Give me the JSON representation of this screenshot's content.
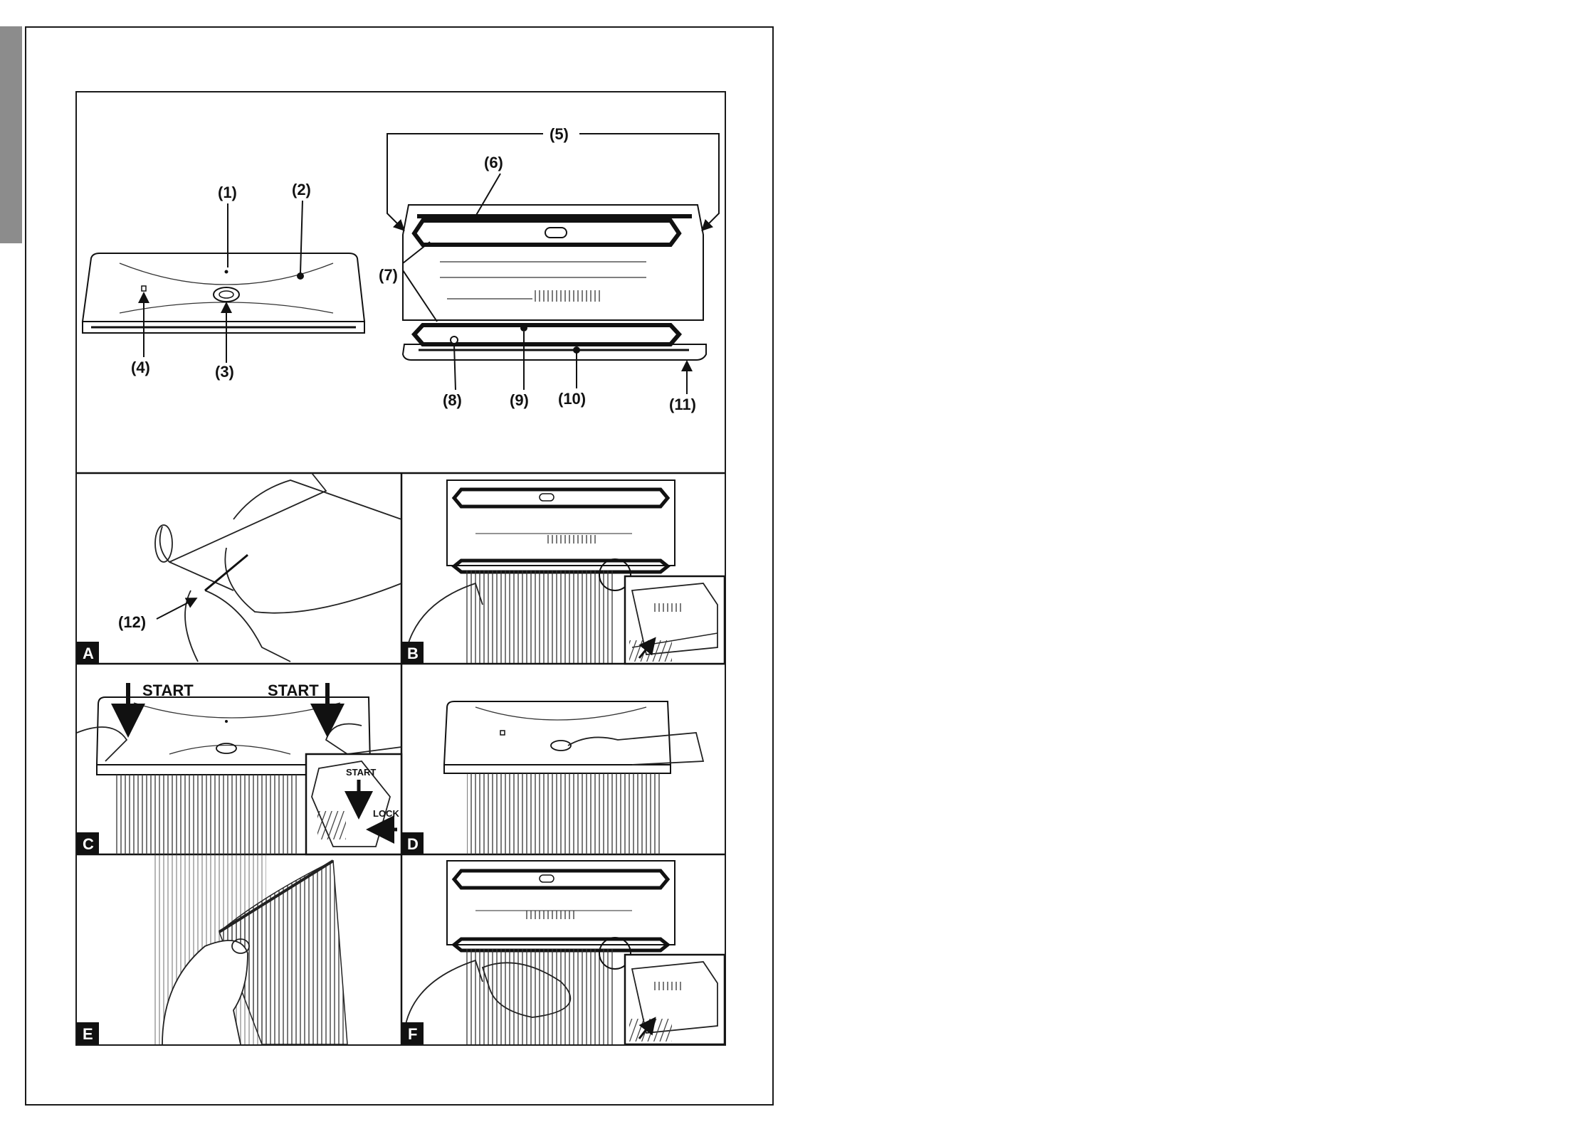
{
  "callouts": [
    "(1)",
    "(2)",
    "(3)",
    "(4)",
    "(5)",
    "(6)",
    "(7)",
    "(8)",
    "(9)",
    "(10)",
    "(11)",
    "(12)"
  ],
  "panels": [
    "A",
    "B",
    "C",
    "D",
    "E",
    "F"
  ],
  "panel_c": {
    "start_left": "START",
    "start_right": "START",
    "inset_start": "START",
    "inset_lock": "LOCK"
  },
  "colors": {
    "ink": "#111111",
    "tab": "#8c8c8c",
    "paper": "#ffffff"
  }
}
